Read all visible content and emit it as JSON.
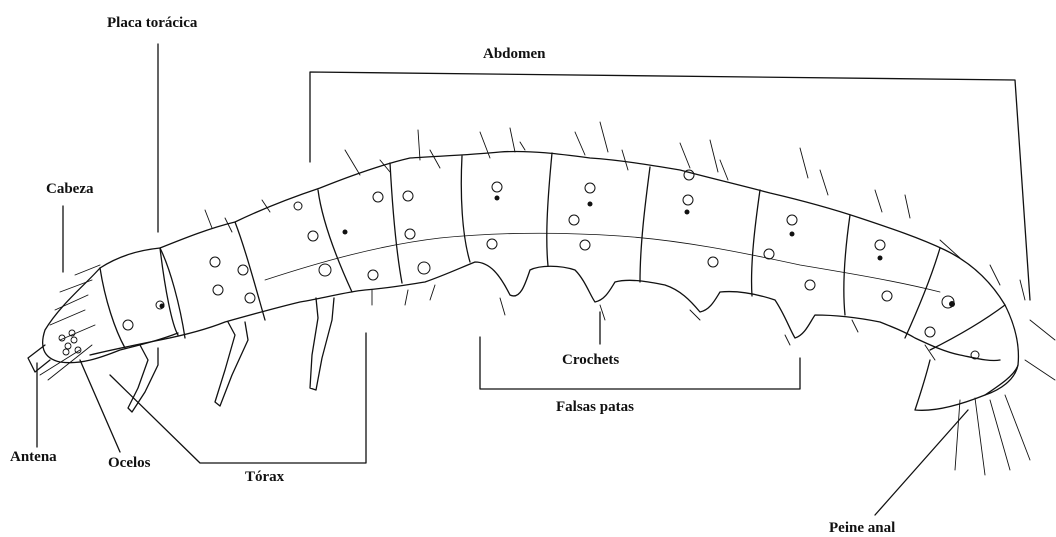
{
  "labels": {
    "placa_toracica": "Placa torácica",
    "abdomen": "Abdomen",
    "cabeza": "Cabeza",
    "crochets": "Crochets",
    "falsas_patas": "Falsas patas",
    "antena": "Antena",
    "ocelos": "Ocelos",
    "torax": "Tórax",
    "peine_anal": "Peine anal"
  },
  "colors": {
    "ink": "#111111",
    "background": "#ffffff"
  }
}
